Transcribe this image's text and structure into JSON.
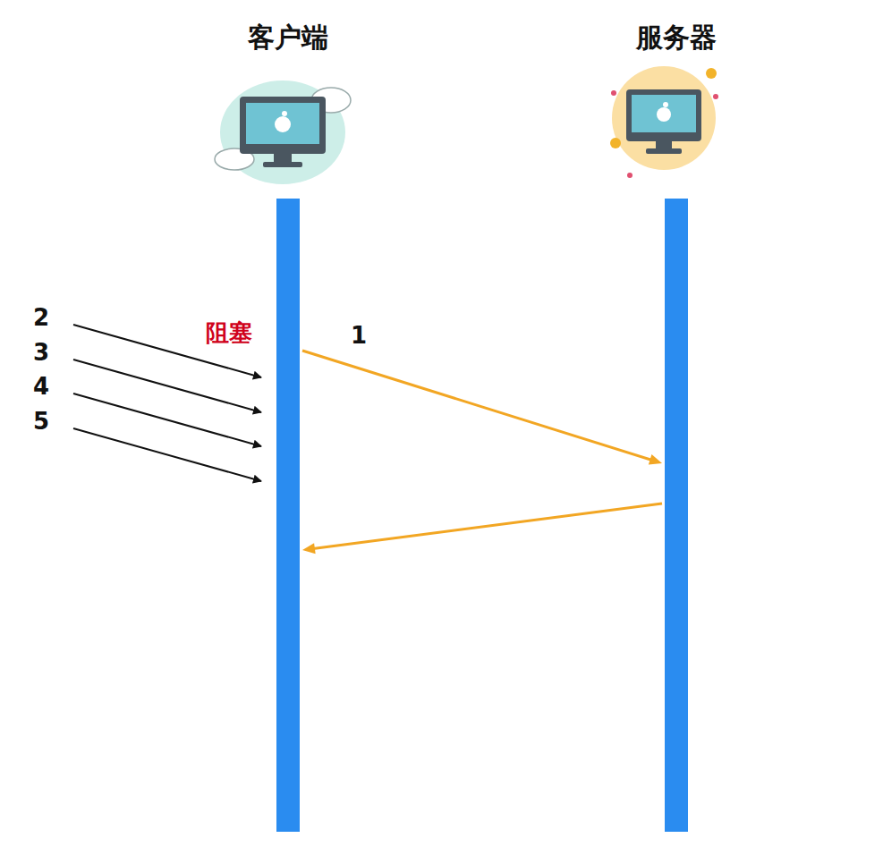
{
  "diagram": {
    "nodes": [
      {
        "text": [
          "客户端"
        ]
      },
      {
        "text": [
          "服务器"
        ]
      }
    ],
    "edges": [
      {
        "from": 0,
        "to": 1,
        "arrow": "to",
        "label": "1"
      },
      {
        "from": 1,
        "to": 0,
        "arrow": "to"
      }
    ],
    "labels": [
      "阻塞",
      "2",
      "3",
      "4",
      "5"
    ]
  }
}
